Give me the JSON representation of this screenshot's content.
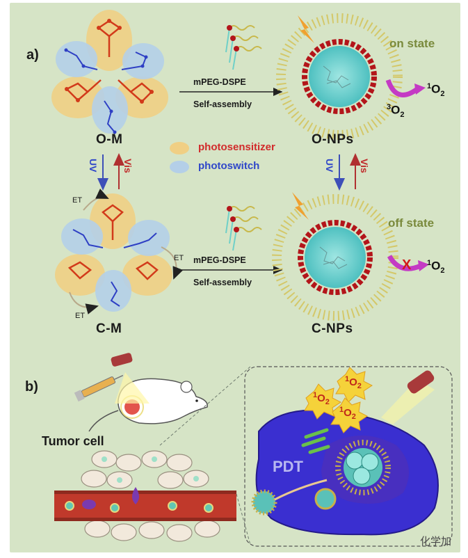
{
  "panel_a": {
    "label": "a)",
    "top_molecule_name": "O-M",
    "bottom_molecule_name": "C-M",
    "top_reagent": "mPEG-DSPE",
    "top_process": "Self-assembly",
    "bottom_reagent": "mPEG-DSPE",
    "bottom_process": "Self-assembly",
    "top_nanoparticle_name": "O-NPs",
    "bottom_nanoparticle_name": "C-NPs",
    "on_state": "on state",
    "off_state": "off state",
    "legend_photosensitizer": "photosensitizer",
    "legend_photoswitch": "photoswitch",
    "uv_label": "UV",
    "vis_label": "Vis",
    "et_label": "ET",
    "singlet_oxygen_sup": "1",
    "oxygen": "O",
    "sub2": "2",
    "triplet_oxygen_sup": "3",
    "blocked_mark": "X"
  },
  "panel_b": {
    "label": "b)",
    "tumor_cell_label": "Tumor cell",
    "pdt_label": "PDT",
    "singlet_oxygen_sup": "1",
    "oxygen": "O",
    "sub2": "2"
  },
  "watermark": "化学加",
  "colors": {
    "background": "#d6e4c6",
    "photosensitizer": "#d12b2b",
    "photoswitch": "#2f47c9",
    "state_text": "#7a8a3c",
    "cell": "#3a2fd0",
    "vessel": "#c0392b"
  }
}
